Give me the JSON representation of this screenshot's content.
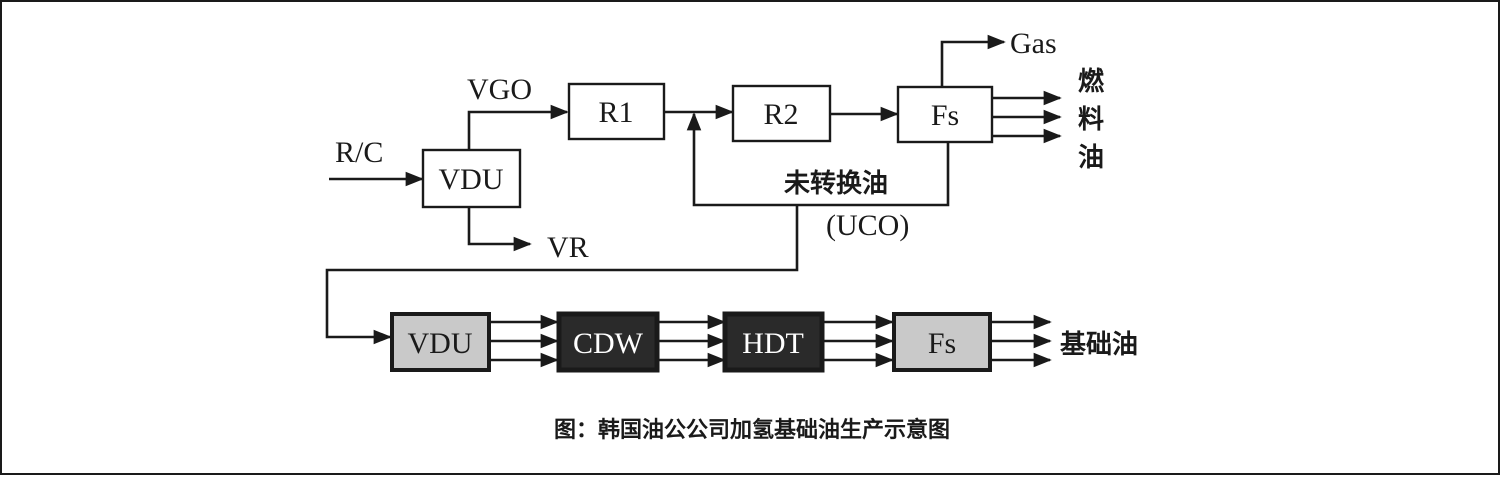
{
  "diagram": {
    "nodes": {
      "vdu1": "VDU",
      "r1": "R1",
      "r2": "R2",
      "fs1": "Fs",
      "vdu2": "VDU",
      "cdw": "CDW",
      "hdt": "HDT",
      "fs2": "Fs"
    },
    "labels": {
      "feed": "R/C",
      "vgo": "VGO",
      "vr": "VR",
      "gas": "Gas",
      "fuel_oil": [
        "燃",
        "料",
        "油"
      ],
      "unconverted_oil": "未转换油",
      "uco": "(UCO)",
      "base_oil": "基础油"
    },
    "caption": "图：韩国油公公司加氢基础油生产示意图"
  }
}
